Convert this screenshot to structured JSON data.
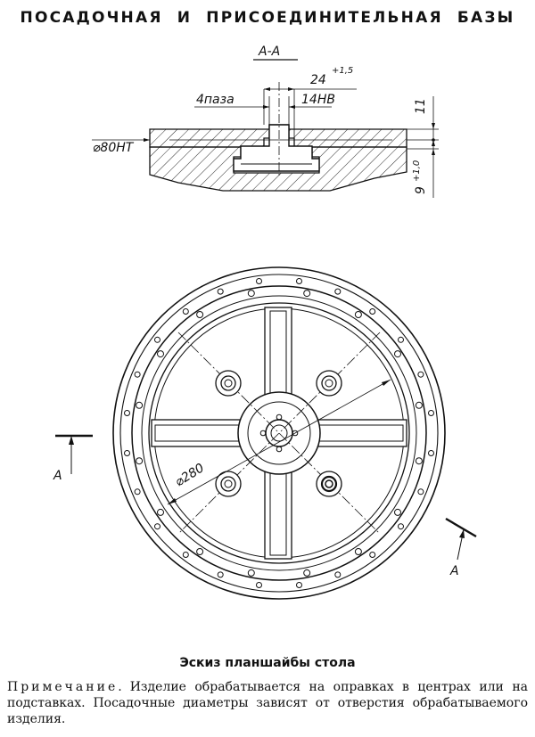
{
  "page": {
    "title": "ПОСАДОЧНАЯ И ПРИСОЕДИНИТЕЛЬНАЯ БАЗЫ",
    "caption": "Эскиз планшайбы стола",
    "note_lead": "Примечание.",
    "note_text": "Изделие обрабатывается на оправках в центрах или на подставках. Посадочные диаметры зависят от отверстия обрабатываемого изделия."
  },
  "section": {
    "label": "А-А",
    "dim_24": "24",
    "dim_24_tol": "+1,5",
    "dim_4paza": "4паза",
    "dim_14hv": "14НВ",
    "dim_80": "⌀80НТ",
    "dim_11": "11",
    "dim_9": "9",
    "dim_9_tol": "+1,0"
  },
  "plan": {
    "dia_label": "⌀280",
    "cut_left": "А",
    "cut_right": "А"
  }
}
